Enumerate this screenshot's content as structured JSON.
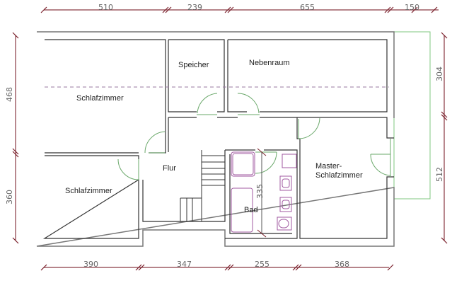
{
  "diagram": {
    "type": "floor_plan",
    "colors": {
      "wall": "#333333",
      "outer_wall": "#777777",
      "door": "#6aa86a",
      "balcony": "#7fc77f",
      "dimension_line": "#7a1f2b",
      "sanitary": "#a05aa0",
      "slope_line": "#9a7aa0"
    },
    "rooms": [
      {
        "id": "schlafzimmer-1",
        "label": "Schlafzimmer"
      },
      {
        "id": "schlafzimmer-2",
        "label": "Schlafzimmer"
      },
      {
        "id": "speicher",
        "label": "Speicher"
      },
      {
        "id": "nebenraum",
        "label": "Nebenraum"
      },
      {
        "id": "flur",
        "label": "Flur"
      },
      {
        "id": "bad",
        "label": "Bad"
      },
      {
        "id": "master",
        "label_line1": "Master-",
        "label_line2": "Schlafzimmer"
      }
    ],
    "dimensions": {
      "top": [
        "510",
        "239",
        "655",
        "150"
      ],
      "bottom": [
        "390",
        "347",
        "255",
        "368"
      ],
      "left": [
        "468",
        "360"
      ],
      "right": [
        "304",
        "512"
      ],
      "bath": "335"
    }
  }
}
